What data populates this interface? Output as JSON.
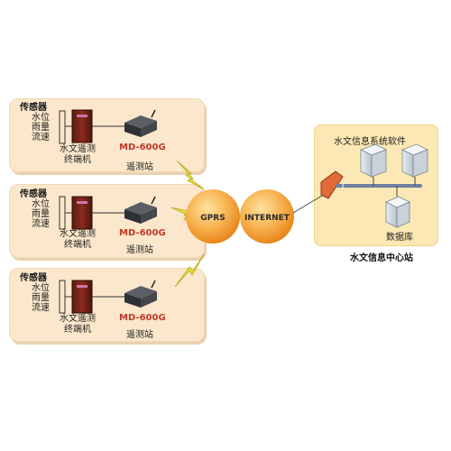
{
  "stations": [
    {
      "sensor_title": "传感器",
      "sensor_items": "水位雨量流速",
      "terminal_label": "水文遥测终端机",
      "device_label": "MD-600G",
      "station_name": "遥测站"
    },
    {
      "sensor_title": "传感器",
      "sensor_items": "水位雨量流速",
      "terminal_label": "水文遥测终端机",
      "device_label": "MD-600G",
      "station_name": "遥测站"
    },
    {
      "sensor_title": "传感器",
      "sensor_items": "水位雨量流速",
      "terminal_label": "水文遥测终端机",
      "device_label": "MD-600G",
      "station_name": "遥测站"
    }
  ],
  "network": {
    "gprs_label": "GPRS",
    "internet_label": "INTERNET"
  },
  "center": {
    "software_label": "水文信息系统软件",
    "database_label": "数据库",
    "title": "水文信息中心站"
  },
  "colors": {
    "station_bg": "#fbe7cb",
    "center_bg": "#fce8b4",
    "bubble": "#f39a2e",
    "lightning": "#e8e23a",
    "device_label": "#c0392b"
  }
}
